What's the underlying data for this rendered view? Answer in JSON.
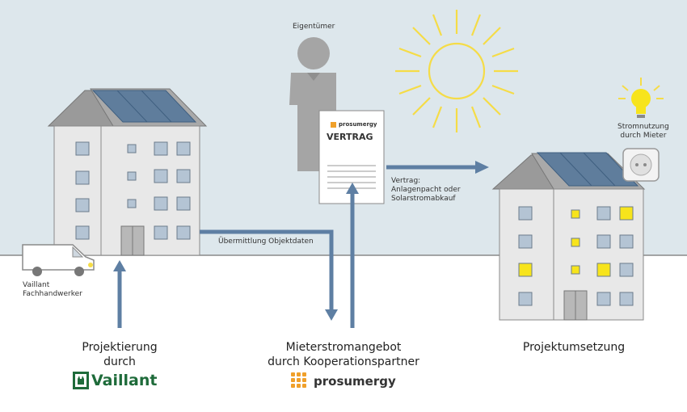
{
  "labels": {
    "owner": "Eigentümer",
    "contract_title": "VERTRAG",
    "contract_brand": "prosumergy",
    "contract_desc": [
      "Vertrag:",
      "Anlagenpacht oder",
      "Solarstromabkauf"
    ],
    "transfer": "Übermittlung Objektdaten",
    "usage": [
      "Stromnutzung",
      "durch Mieter"
    ],
    "van": [
      "Vaillant",
      "Fachhandwerker"
    ]
  },
  "captions": {
    "left": [
      "Projektierung",
      "durch"
    ],
    "middle": [
      "Mieterstromangebot",
      "durch Kooperationspartner"
    ],
    "right": "Projektumsetzung"
  },
  "brands": {
    "vaillant": "Vaillant",
    "prosumergy": "prosumergy"
  },
  "colors": {
    "sky": "#dde7ec",
    "ground": "#ffffff",
    "arrow": "#5e7fa3",
    "building": "#e8e8e8",
    "roof": "#9a9a9a",
    "window_lit": "#f7e41c",
    "panel": "#5f7d9c",
    "sun": "#f5dc47",
    "vaillant_green": "#1e6b3a",
    "prosumergy_orange": "#f0a02a"
  }
}
